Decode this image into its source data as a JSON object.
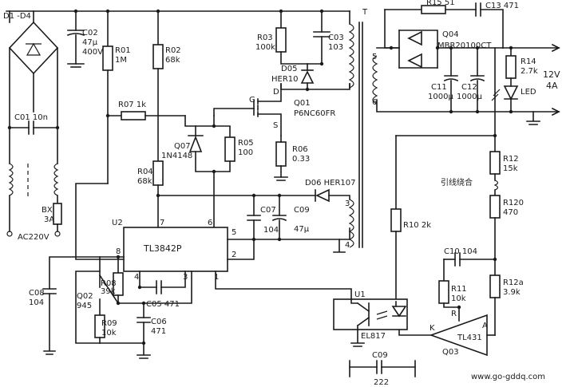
{
  "components": {
    "d1_d4": "D1 -D4",
    "c02": "C02",
    "c02_val1": "47μ",
    "c02_val2": "400V",
    "r01": "R01",
    "r01_val": "1M",
    "r02": "R02",
    "r02_val": "68k",
    "r03": "R03",
    "r03_val": "100k",
    "c03": "C03",
    "c03_val": "103",
    "d05": "D05",
    "d05_val": "HER10",
    "q01": "Q01",
    "q01_val": "P6NC60FR",
    "r07": "R07  1k",
    "q07": "Q07",
    "q07_val": "1N4148",
    "r05": "R05",
    "r05_val": "100",
    "r06": "R06",
    "r06_val": "0.33",
    "r04": "R04",
    "r04_val": "68k",
    "c01": "C01  10n",
    "bx": "BX",
    "bx_val": "3A",
    "ac": "AC220V",
    "u2": "U2",
    "ic": "TL3842P",
    "d06": "D06  HER107",
    "c07": "C07",
    "c07_val": "104",
    "c09b": "C09",
    "c09b_val": "47μ",
    "c08": "C08",
    "c08_val": "104",
    "r08": "R08",
    "r08_val": "39k",
    "q02": "Q02",
    "q02_val": "945",
    "r09": "R09",
    "r09_val": "10k",
    "c05": "C05  471",
    "c06": "C06",
    "c06_val": "471",
    "t": "T",
    "r15": "R15  51",
    "c13": "C13  471",
    "q04": "Q04",
    "q04_val": "MBR20100CT",
    "c11": "C11",
    "c11_val": "1000μ",
    "c12": "C12",
    "c12_val": "1000μ",
    "r14": "R14",
    "r14_val": "2.7k",
    "out_v": "12V",
    "out_a": "4A",
    "led": "LED",
    "r12": "R12",
    "r12_val": "15k",
    "jumper": "引线绕合",
    "r120": "R120",
    "r120_val": "470",
    "r10": "R10  2k",
    "c10": "C10  104",
    "r11": "R11",
    "r11_val": "10k",
    "r12a": "R12a",
    "r12a_val": "3.9k",
    "u1": "U1",
    "el817": "EL817",
    "q03": "Q03",
    "tl431": "TL431",
    "c09": "C09",
    "c09_val": "222",
    "watermark": "www.go-gddq.com"
  },
  "pins": {
    "p7": "7",
    "p6": "6",
    "p5": "5",
    "p2": "2",
    "p8": "8",
    "p4": "4",
    "p3": "3",
    "p1": "1",
    "t3": "3",
    "t4": "4",
    "t5": "5",
    "t6": "6",
    "g": "G",
    "d": "D",
    "s": "S",
    "k": "K",
    "a": "A",
    "r": "R"
  }
}
